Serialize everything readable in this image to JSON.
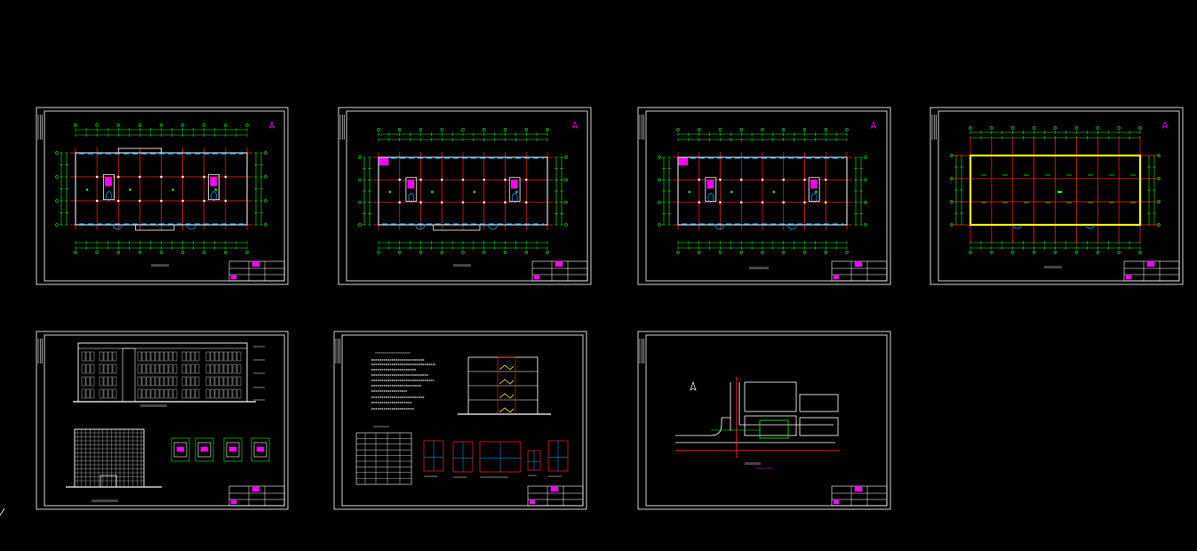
{
  "app": {
    "background": "#000000"
  },
  "colors": {
    "frame": "#ffffff",
    "dimension": "#00ff00",
    "grid": "#ff2020",
    "wall": "#ffffff",
    "window": "#00aaff",
    "fixture": "#ff00ff",
    "highlight": "#ffff00",
    "road": "#ffffff"
  },
  "sheets": [
    {
      "id": "sheet-1",
      "kind": "floor-plan-1"
    },
    {
      "id": "sheet-2",
      "kind": "floor-plan-2"
    },
    {
      "id": "sheet-3",
      "kind": "floor-plan-3"
    },
    {
      "id": "sheet-4",
      "kind": "roof-plan"
    },
    {
      "id": "sheet-5",
      "kind": "elevations"
    },
    {
      "id": "sheet-6",
      "kind": "notes-and-sections"
    },
    {
      "id": "sheet-7",
      "kind": "site-plan"
    }
  ]
}
